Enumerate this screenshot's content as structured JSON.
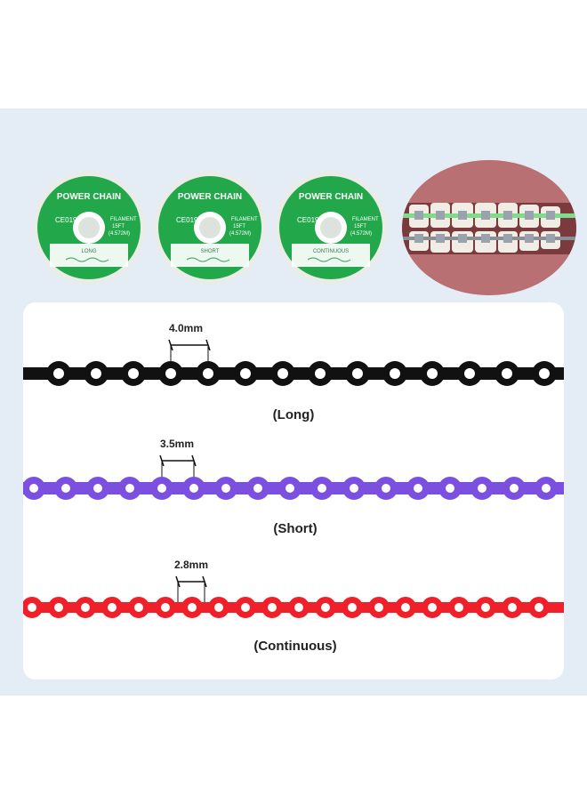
{
  "spools": [
    {
      "brand": "POWER CHAIN",
      "mark": "CE0197",
      "info1": "FILAMENT",
      "info2": "15FT",
      "info3": "(4.572M)",
      "type": "LONG"
    },
    {
      "brand": "POWER CHAIN",
      "mark": "CE0197",
      "info1": "FILAMENT",
      "info2": "15FT",
      "info3": "(4.572M)",
      "type": "SHORT"
    },
    {
      "brand": "POWER CHAIN",
      "mark": "CE0197",
      "info1": "FILAMENT",
      "info2": "15FT",
      "info3": "(4.572M)",
      "type": "CONTINUOUS"
    }
  ],
  "chains": [
    {
      "spacing": "4.0mm",
      "label": "(Long)",
      "color": "#111111"
    },
    {
      "spacing": "3.5mm",
      "label": "(Short)",
      "color": "#7b4fe0"
    },
    {
      "spacing": "2.8mm",
      "label": "(Continuous)",
      "color": "#f0202a"
    }
  ],
  "colors": {
    "spool_green": "#22a84a",
    "background_band": "#e4ecf6"
  }
}
